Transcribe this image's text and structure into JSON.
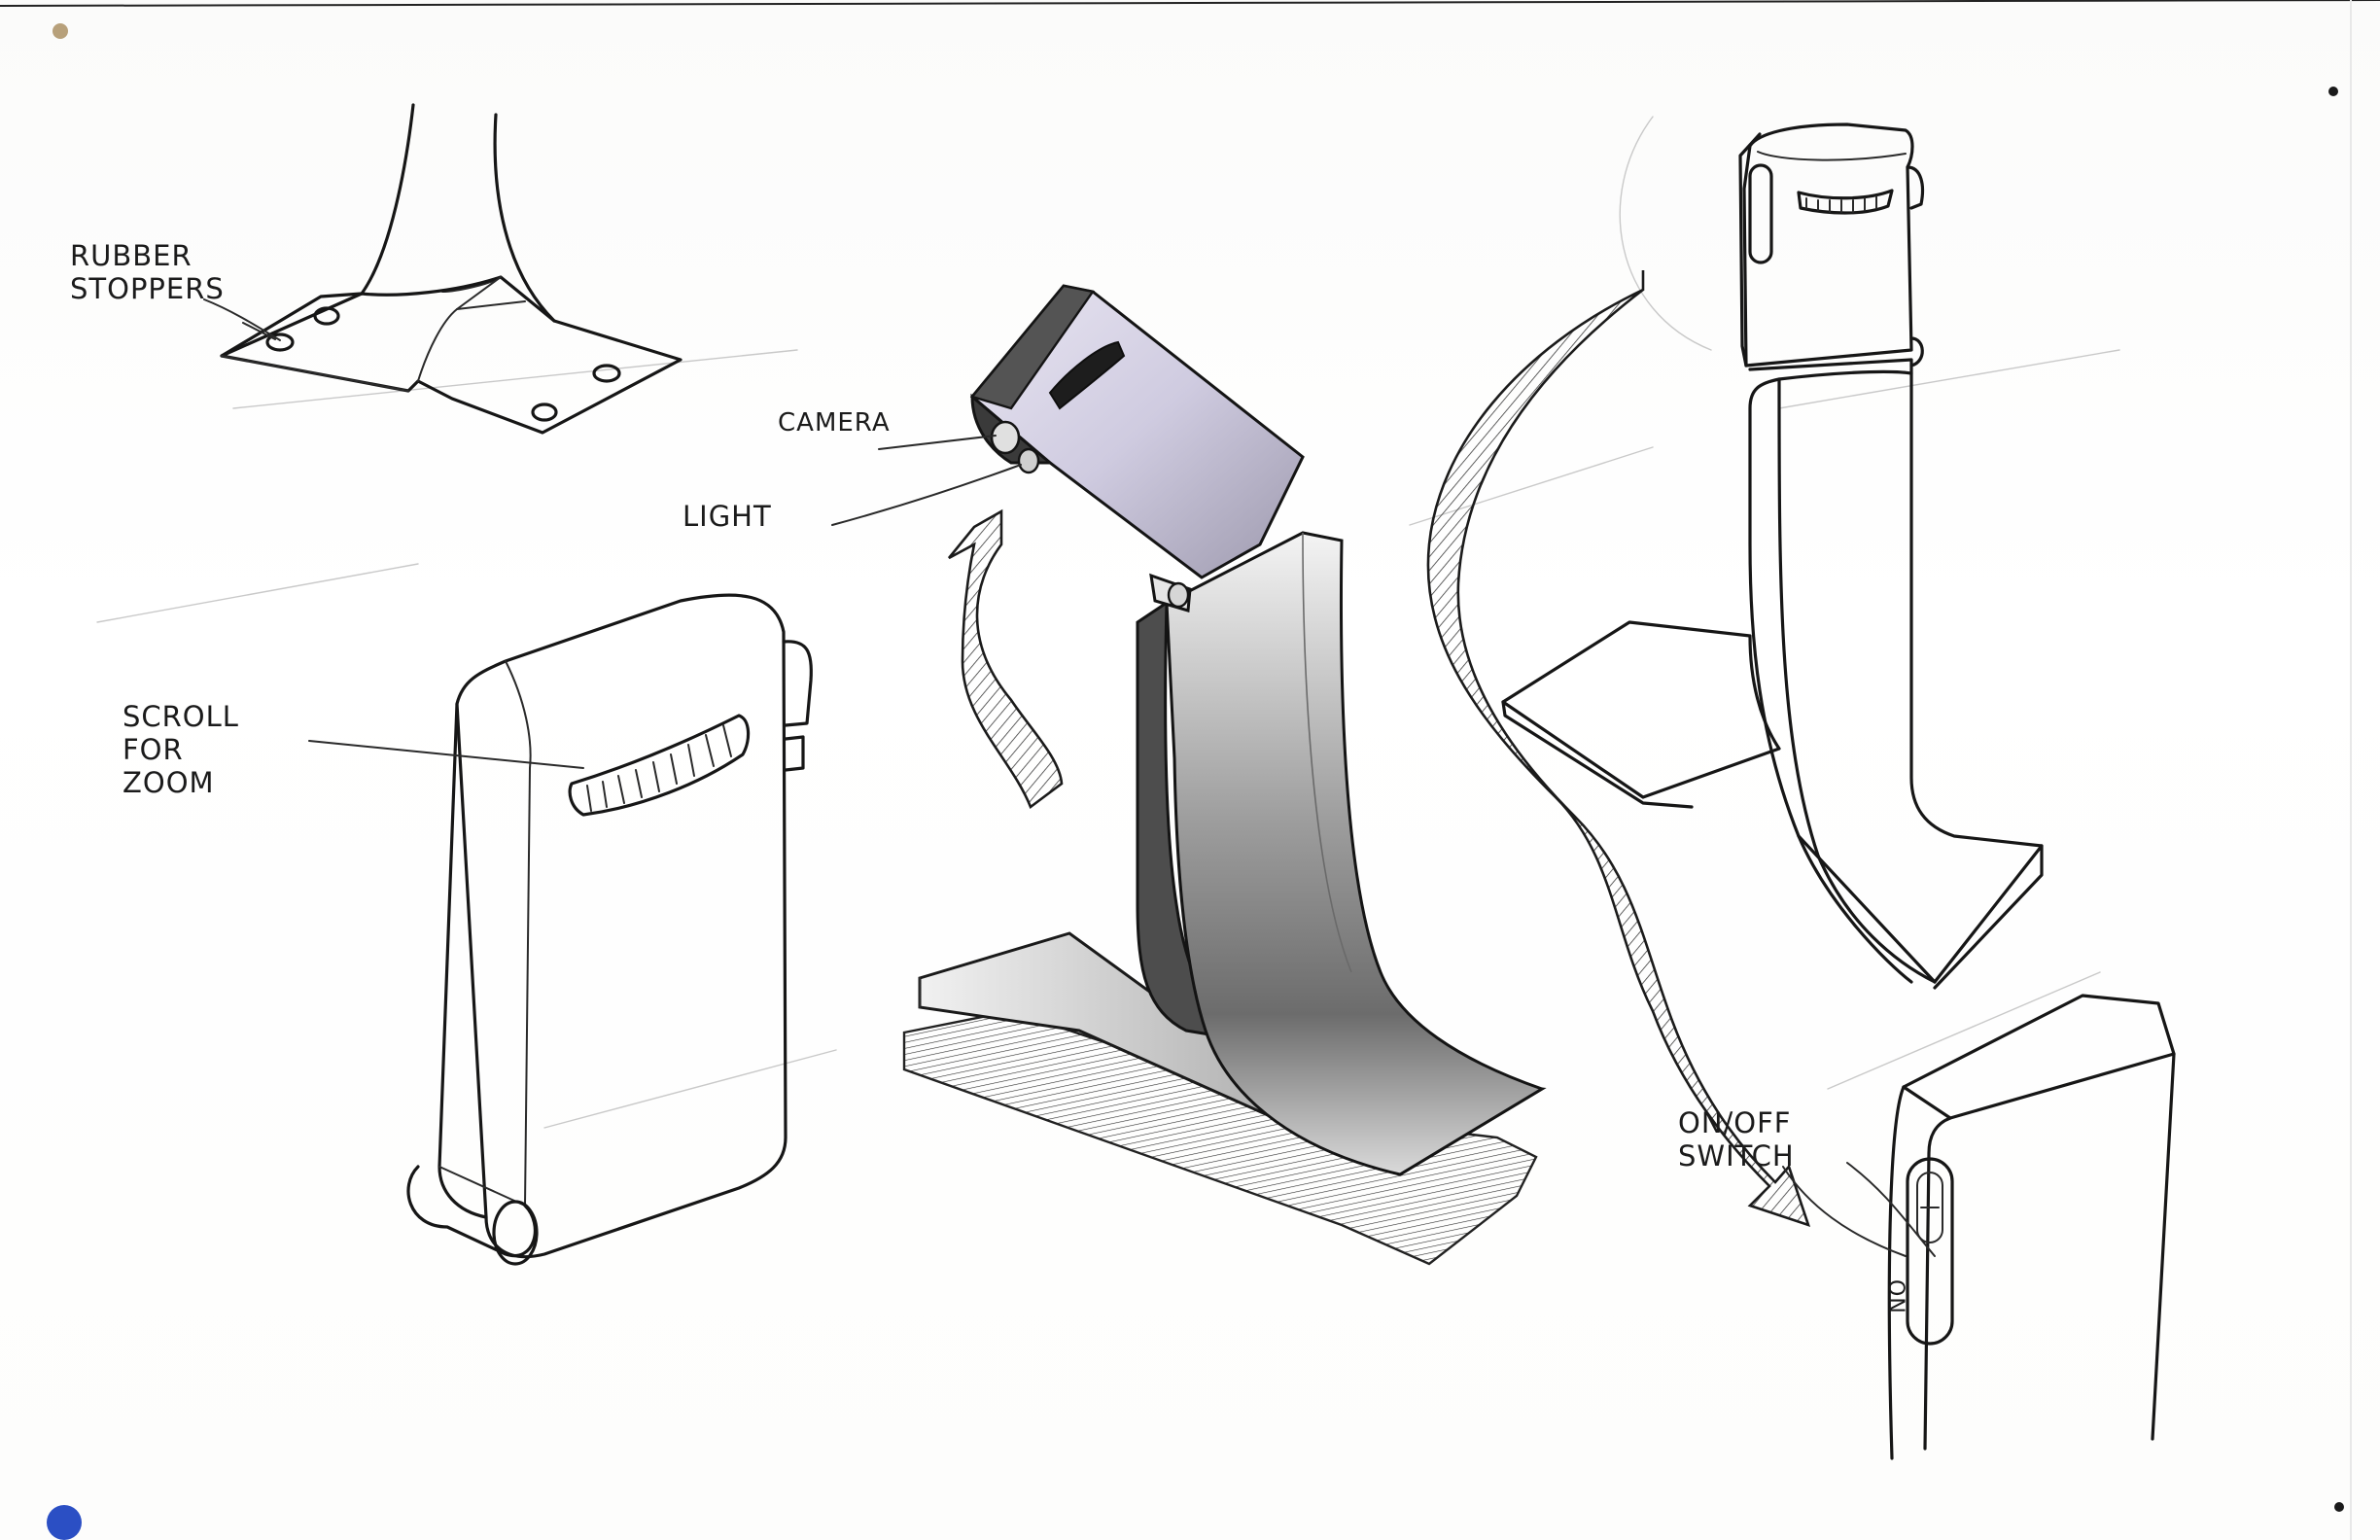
{
  "sheet": {
    "background": "#ffffff",
    "ink_color": "#161616",
    "marker_color": "#8a8a8a",
    "pin_color": "#2b4fc4"
  },
  "labels": {
    "rubber_stoppers": "RUBBER\nSTOPPERS",
    "camera": "CAMERA",
    "light": "LIGHT",
    "scroll_for_zoom": "SCROLL\nFOR\nZOOM",
    "on_off_switch": "ON/OFF\nSWITCH",
    "switch_marking": "ON"
  }
}
